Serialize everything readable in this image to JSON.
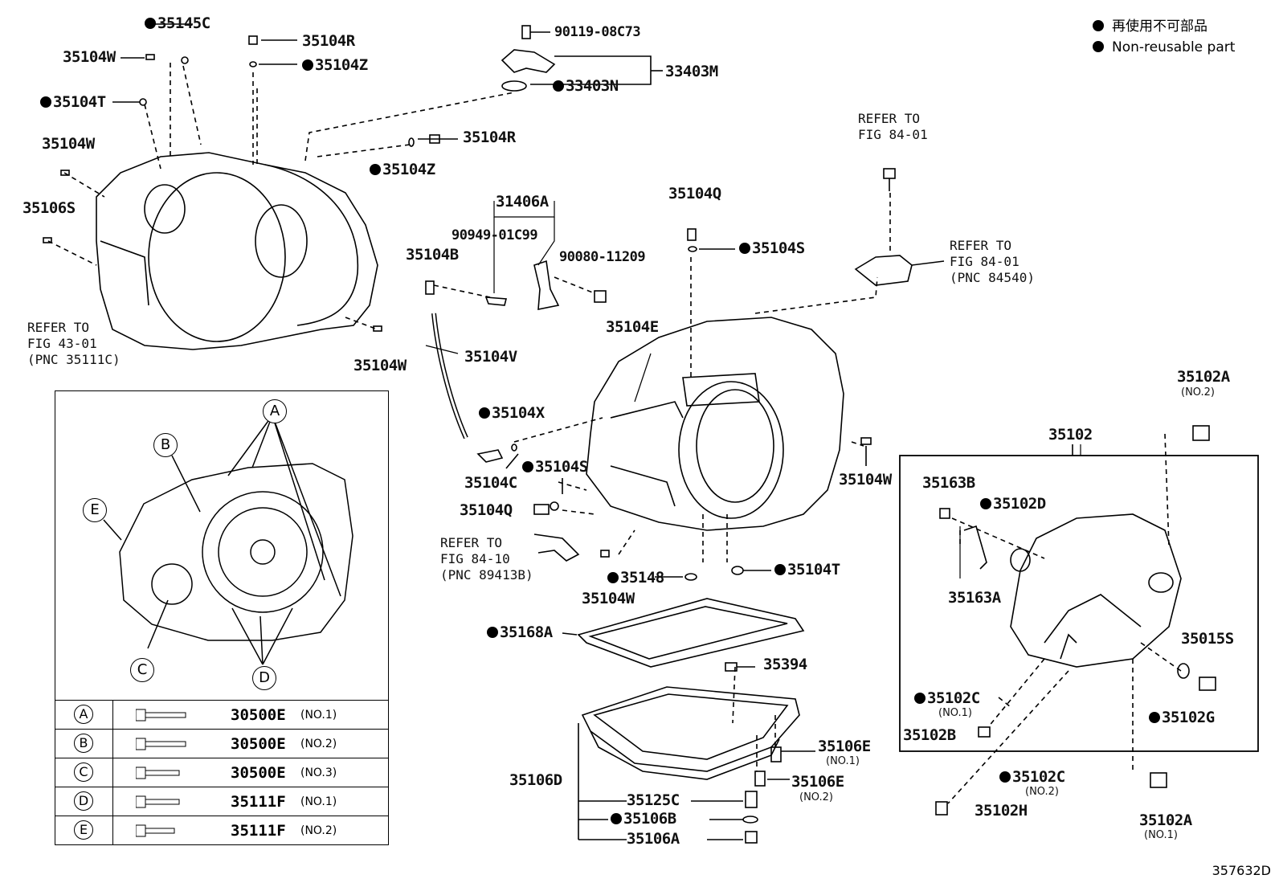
{
  "legend": {
    "jp": "再使用不可部品",
    "en": "Non-reusable part"
  },
  "diagram_id": "357632D",
  "labels": {
    "p35145C": "35145C",
    "p35104W_a": "35104W",
    "p35104T_a": "35104T",
    "p35104W_b": "35104W",
    "p35106S": "35106S",
    "p35104R_a": "35104R",
    "p35104Z_a": "35104Z",
    "p90119": "90119-08C73",
    "p33403M": "33403M",
    "p33403N": "33403N",
    "p35104R_b": "35104R",
    "p35104Z_b": "35104Z",
    "p35104W_c": "35104W",
    "p31406A": "31406A",
    "p90949": "90949-01C99",
    "p35104B": "35104B",
    "p90080": "90080-11209",
    "p35104Q_a": "35104Q",
    "p35104S_a": "35104S",
    "p35104E": "35104E",
    "p35104V": "35104V",
    "p35104X": "35104X",
    "p35104S_b": "35104S",
    "p35104C": "35104C",
    "p35104Q_b": "35104Q",
    "p35148": "35148",
    "p35104W_d": "35104W",
    "p35104T_b": "35104T",
    "p35104W_e": "35104W",
    "p35168A": "35168A",
    "p35394": "35394",
    "p35106D": "35106D",
    "p35106E_a": "35106E",
    "p35106E_b": "35106E",
    "p35125C": "35125C",
    "p35106B": "35106B",
    "p35106A": "35106A",
    "p35102A_a": "35102A",
    "p35102": "35102",
    "p35163B": "35163B",
    "p35102D": "35102D",
    "p35163A": "35163A",
    "p35015S": "35015S",
    "p35102C_a": "35102C",
    "p35102G": "35102G",
    "p35102B": "35102B",
    "p35102C_b": "35102C",
    "p35102H": "35102H",
    "p35102A_b": "35102A"
  },
  "subs": {
    "no2_a": "(NO.2)",
    "no1_a": "(NO.1)",
    "no2_b": "(NO.2)",
    "no1_b": "(NO.1)",
    "no2_c": "(NO.2)",
    "no1_c": "(NO.1)"
  },
  "notes": {
    "ref1": "REFER TO\nFIG 43-01\n(PNC 35111C)",
    "ref2": "REFER TO\nFIG 84-01",
    "ref3": "REFER TO\nFIG 84-01\n(PNC 84540)",
    "ref4": "REFER TO\nFIG 84-10\n(PNC 89413B)"
  },
  "callouts": [
    "A",
    "B",
    "C",
    "D",
    "E"
  ],
  "bolt_table": [
    {
      "key": "A",
      "part": "30500E",
      "no": "(NO.1)"
    },
    {
      "key": "B",
      "part": "30500E",
      "no": "(NO.2)"
    },
    {
      "key": "C",
      "part": "30500E",
      "no": "(NO.3)"
    },
    {
      "key": "D",
      "part": "35111F",
      "no": "(NO.1)"
    },
    {
      "key": "E",
      "part": "35111F",
      "no": "(NO.2)"
    }
  ]
}
